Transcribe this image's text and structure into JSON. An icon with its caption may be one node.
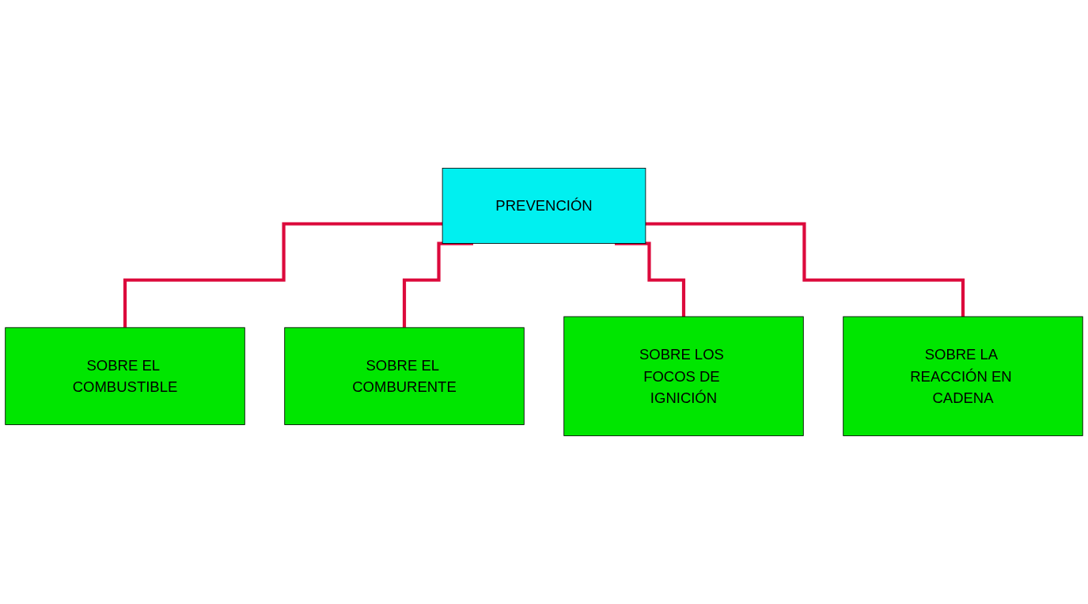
{
  "diagram": {
    "nodes": [
      {
        "text": [
          "PREVENCIÓN"
        ]
      },
      {
        "text": [
          "SOBRE EL COMBUSTIBLE"
        ]
      },
      {
        "text": [
          "SOBRE EL COMBURENTE"
        ]
      },
      {
        "text": [
          "SOBRE LOS FOCOS DE IGNICIÓN"
        ]
      },
      {
        "text": [
          "SOBRE LA REACCIÓN EN CADENA"
        ]
      }
    ],
    "edges": [
      {
        "from": 0,
        "to": 1,
        "arrow": "none"
      },
      {
        "from": 0,
        "to": 2,
        "arrow": "none"
      },
      {
        "from": 0,
        "to": 3,
        "arrow": "none"
      },
      {
        "from": 0,
        "to": 4,
        "arrow": "none"
      }
    ]
  }
}
